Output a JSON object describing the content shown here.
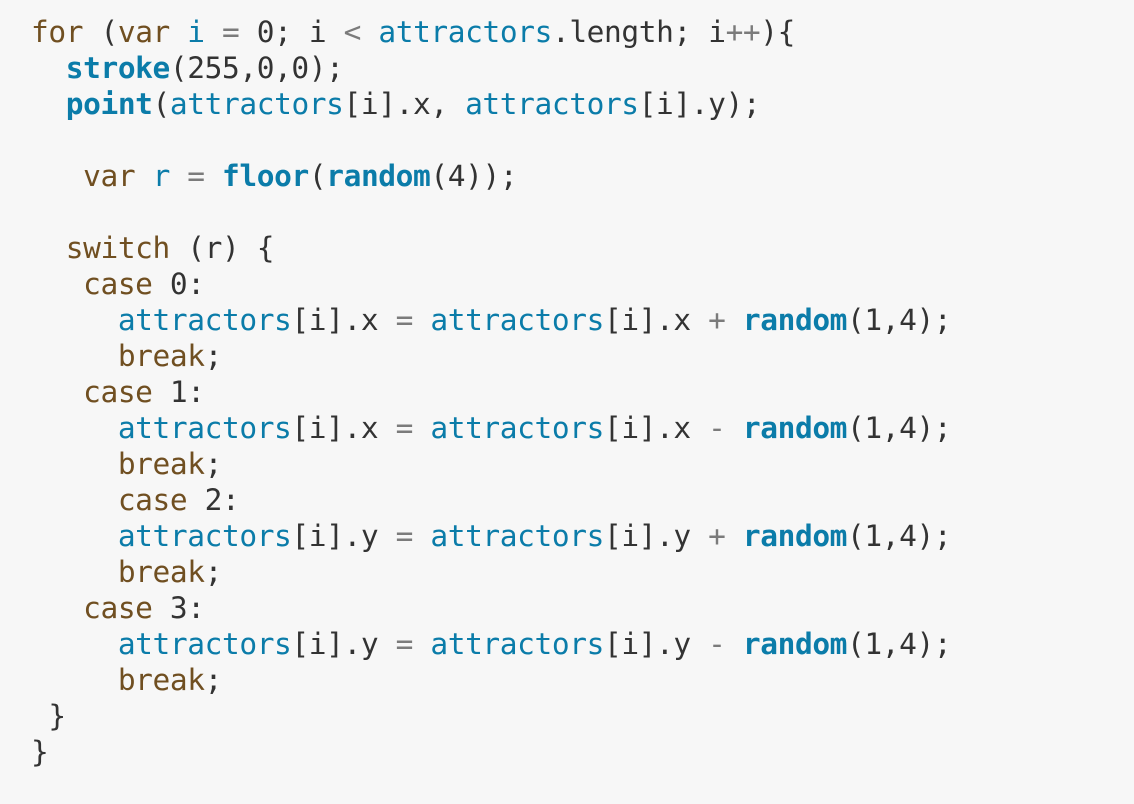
{
  "colors": {
    "background": "#f7f7f7",
    "keyword": "#704f21",
    "identifier": "#0b7ca9",
    "function": "#0b7ca9",
    "plain": "#333333",
    "operator_dim": "#7b7b7b"
  },
  "code_lines": [
    [
      [
        "kw",
        "for"
      ],
      [
        "punct",
        " ("
      ],
      [
        "kw",
        "var"
      ],
      [
        "punct",
        " "
      ],
      [
        "id",
        "i"
      ],
      [
        "dim",
        " = "
      ],
      [
        "num",
        "0"
      ],
      [
        "punct",
        "; "
      ],
      [
        "punct",
        "i"
      ],
      [
        "dim",
        " < "
      ],
      [
        "id",
        "attractors"
      ],
      [
        "punct",
        ".length; i"
      ],
      [
        "dim",
        "++"
      ],
      [
        "punct",
        "){"
      ]
    ],
    [
      [
        "punct",
        "  "
      ],
      [
        "fn",
        "stroke"
      ],
      [
        "punct",
        "(255,0,0);"
      ]
    ],
    [
      [
        "punct",
        "  "
      ],
      [
        "fn",
        "point"
      ],
      [
        "punct",
        "("
      ],
      [
        "id",
        "attractors"
      ],
      [
        "punct",
        "[i].x, "
      ],
      [
        "id",
        "attractors"
      ],
      [
        "punct",
        "[i].y);"
      ]
    ],
    [],
    [
      [
        "punct",
        "   "
      ],
      [
        "kw",
        "var"
      ],
      [
        "punct",
        " "
      ],
      [
        "id",
        "r"
      ],
      [
        "dim",
        " = "
      ],
      [
        "fn",
        "floor"
      ],
      [
        "punct",
        "("
      ],
      [
        "fn",
        "random"
      ],
      [
        "punct",
        "(4));"
      ]
    ],
    [],
    [
      [
        "punct",
        "  "
      ],
      [
        "kw",
        "switch"
      ],
      [
        "punct",
        " (r) {"
      ]
    ],
    [
      [
        "punct",
        "   "
      ],
      [
        "kw",
        "case"
      ],
      [
        "punct",
        " 0:"
      ]
    ],
    [
      [
        "punct",
        "     "
      ],
      [
        "id",
        "attractors"
      ],
      [
        "punct",
        "[i].x "
      ],
      [
        "dim",
        "="
      ],
      [
        "punct",
        " "
      ],
      [
        "id",
        "attractors"
      ],
      [
        "punct",
        "[i].x "
      ],
      [
        "dim",
        "+"
      ],
      [
        "punct",
        " "
      ],
      [
        "fn",
        "random"
      ],
      [
        "punct",
        "(1,4);"
      ]
    ],
    [
      [
        "punct",
        "     "
      ],
      [
        "kw",
        "break"
      ],
      [
        "punct",
        ";"
      ]
    ],
    [
      [
        "punct",
        "   "
      ],
      [
        "kw",
        "case"
      ],
      [
        "punct",
        " 1:"
      ]
    ],
    [
      [
        "punct",
        "     "
      ],
      [
        "id",
        "attractors"
      ],
      [
        "punct",
        "[i].x "
      ],
      [
        "dim",
        "="
      ],
      [
        "punct",
        " "
      ],
      [
        "id",
        "attractors"
      ],
      [
        "punct",
        "[i].x "
      ],
      [
        "dim",
        "-"
      ],
      [
        "punct",
        " "
      ],
      [
        "fn",
        "random"
      ],
      [
        "punct",
        "(1,4);"
      ]
    ],
    [
      [
        "punct",
        "     "
      ],
      [
        "kw",
        "break"
      ],
      [
        "punct",
        ";"
      ]
    ],
    [
      [
        "punct",
        "     "
      ],
      [
        "kw",
        "case"
      ],
      [
        "punct",
        " 2:"
      ]
    ],
    [
      [
        "punct",
        "     "
      ],
      [
        "id",
        "attractors"
      ],
      [
        "punct",
        "[i].y "
      ],
      [
        "dim",
        "="
      ],
      [
        "punct",
        " "
      ],
      [
        "id",
        "attractors"
      ],
      [
        "punct",
        "[i].y "
      ],
      [
        "dim",
        "+"
      ],
      [
        "punct",
        " "
      ],
      [
        "fn",
        "random"
      ],
      [
        "punct",
        "(1,4);"
      ]
    ],
    [
      [
        "punct",
        "     "
      ],
      [
        "kw",
        "break"
      ],
      [
        "punct",
        ";"
      ]
    ],
    [
      [
        "punct",
        "   "
      ],
      [
        "kw",
        "case"
      ],
      [
        "punct",
        " 3:"
      ]
    ],
    [
      [
        "punct",
        "     "
      ],
      [
        "id",
        "attractors"
      ],
      [
        "punct",
        "[i].y "
      ],
      [
        "dim",
        "="
      ],
      [
        "punct",
        " "
      ],
      [
        "id",
        "attractors"
      ],
      [
        "punct",
        "[i].y "
      ],
      [
        "dim",
        "-"
      ],
      [
        "punct",
        " "
      ],
      [
        "fn",
        "random"
      ],
      [
        "punct",
        "(1,4);"
      ]
    ],
    [
      [
        "punct",
        "     "
      ],
      [
        "kw",
        "break"
      ],
      [
        "punct",
        ";"
      ]
    ],
    [
      [
        "punct",
        " }"
      ]
    ],
    [
      [
        "punct",
        "}"
      ]
    ]
  ]
}
